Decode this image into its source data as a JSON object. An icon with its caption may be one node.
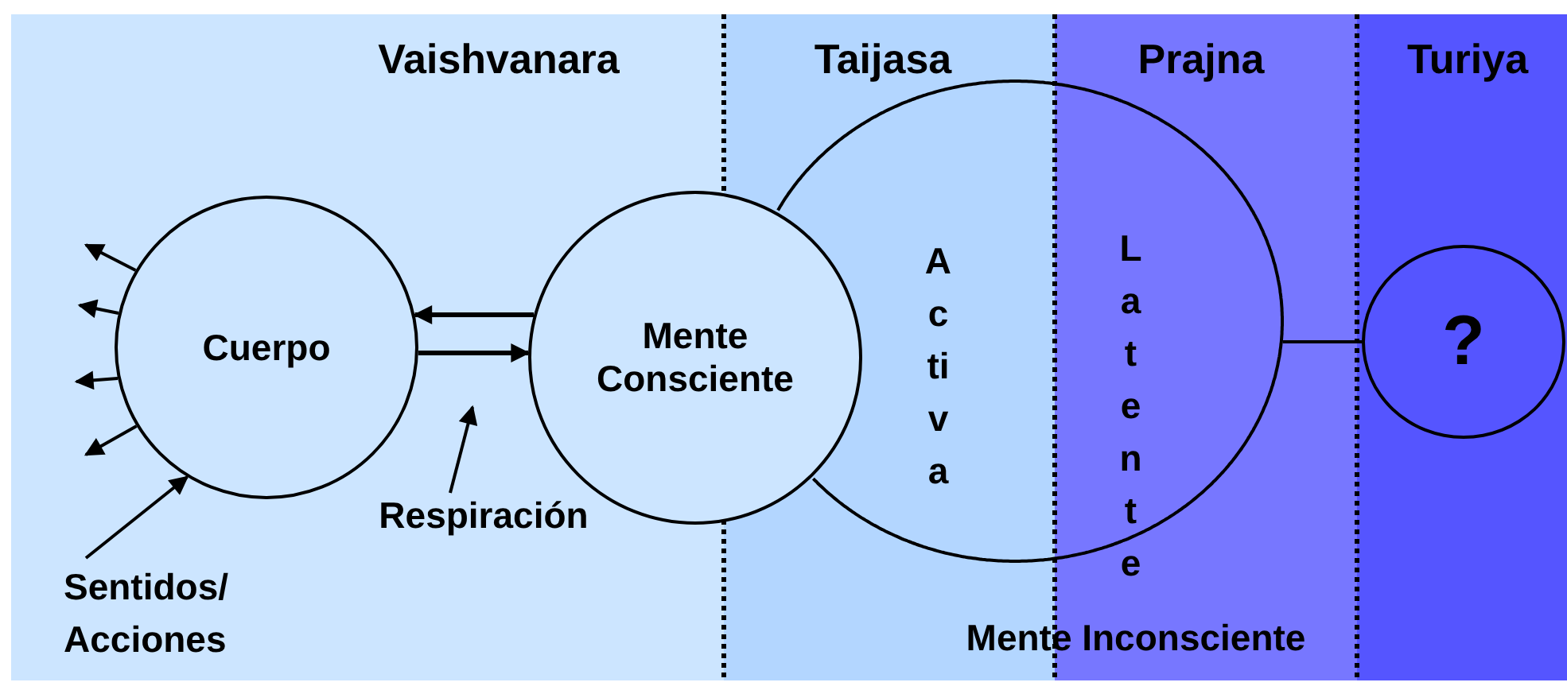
{
  "diagram": {
    "nodes": [
      {
        "text": [
          "Cuerpo"
        ]
      },
      {
        "text": [
          "Mente Consciente"
        ]
      },
      {
        "text": [
          "Activa",
          "Latente"
        ],
        "beside": [
          "Mente Inconsciente"
        ]
      },
      {
        "text": [
          "?"
        ]
      },
      {
        "text": [
          "Sentidos/ Acciones"
        ]
      },
      {
        "text": [
          "Respiración"
        ]
      }
    ],
    "edges": [
      {
        "from": 1,
        "to": 0,
        "arrow": "to"
      },
      {
        "from": 0,
        "to": 1,
        "arrow": "to"
      },
      {
        "from": 2,
        "to": 3,
        "arrow": "none"
      },
      {
        "from": 0,
        "to": null,
        "arrow": "to"
      },
      {
        "from": 0,
        "to": null,
        "arrow": "to"
      },
      {
        "from": 0,
        "to": null,
        "arrow": "to"
      },
      {
        "from": 0,
        "to": null,
        "arrow": "to"
      },
      {
        "from": 4,
        "to": 0,
        "arrow": "to"
      },
      {
        "from": 5,
        "to": null,
        "arrow": "to"
      }
    ],
    "labels": [
      "Vaishvanara",
      "Taijasa",
      "Prajna",
      "Turiya"
    ]
  }
}
